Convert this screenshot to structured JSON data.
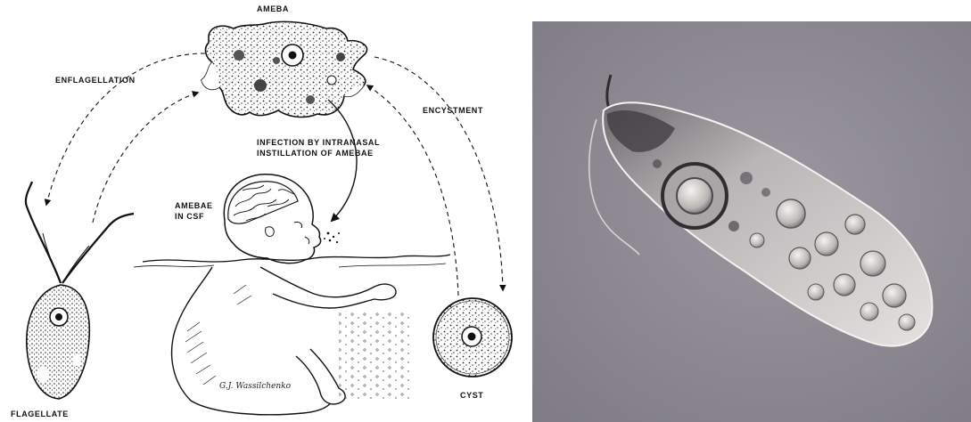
{
  "labels": {
    "ameba": "AMEBA",
    "enflagellation": "ENFLAGELLATION",
    "encystment": "ENCYSTMENT",
    "infection_line1": "INFECTION BY INTRANASAL",
    "infection_line2": "INSTILLATION OF AMEBAE",
    "amebae_line1": "AMEBAE",
    "amebae_line2": "IN CSF",
    "flagellate": "FLAGELLATE",
    "cyst": "CYST"
  },
  "signature": "G.J. Wassilchenko",
  "colors": {
    "ink": "#111111",
    "photo_background": "#8d8a93",
    "cell_body": "#dcdad8"
  }
}
